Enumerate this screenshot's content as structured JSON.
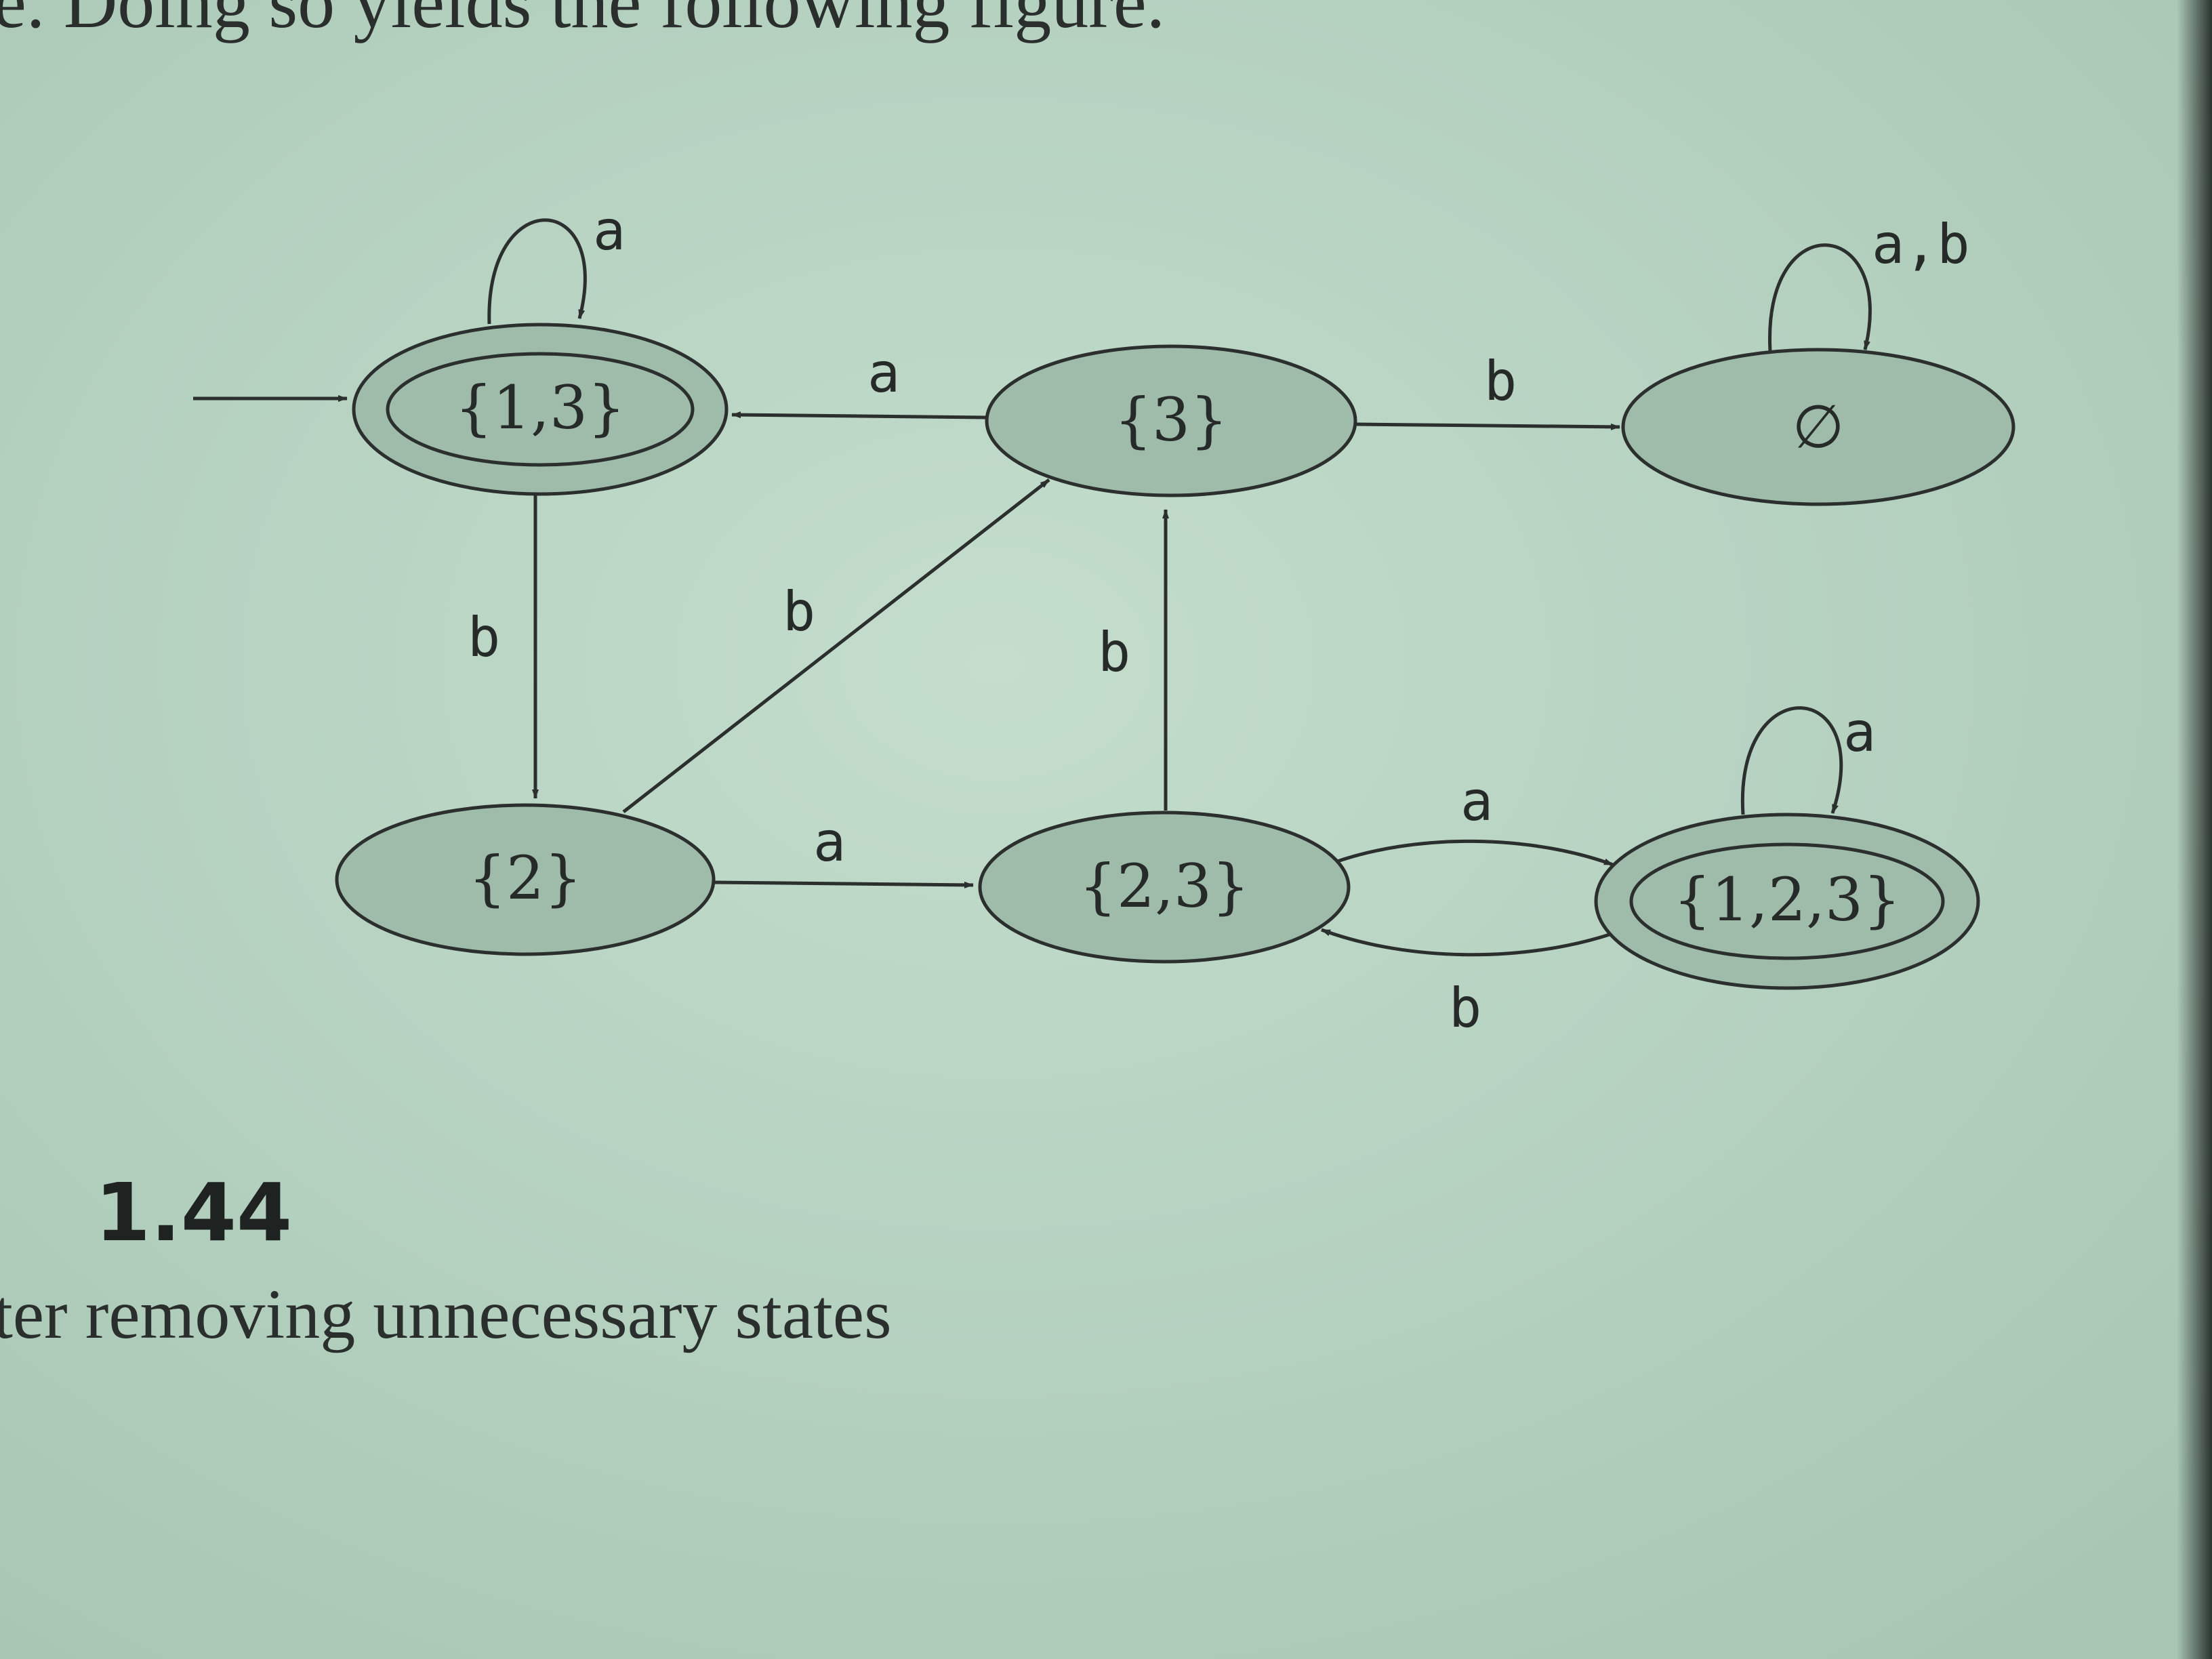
{
  "page": {
    "top_line": "e. Doing so yields the following figure.",
    "figure_number": "1.44",
    "caption": "ter removing unnecessary states"
  },
  "diagram": {
    "states": [
      {
        "id": "s13",
        "label": "{1,3}",
        "accept": true,
        "start": true
      },
      {
        "id": "s3",
        "label": "{3}",
        "accept": false,
        "start": false
      },
      {
        "id": "sempty",
        "label": "∅",
        "accept": false,
        "start": false
      },
      {
        "id": "s2",
        "label": "{2}",
        "accept": false,
        "start": false
      },
      {
        "id": "s23",
        "label": "{2,3}",
        "accept": false,
        "start": false
      },
      {
        "id": "s123",
        "label": "{1,2,3}",
        "accept": true,
        "start": false
      }
    ],
    "transitions": [
      {
        "from": "s13",
        "to": "s13",
        "label": "a"
      },
      {
        "from": "s3",
        "to": "s13",
        "label": "a"
      },
      {
        "from": "s3",
        "to": "sempty",
        "label": "b"
      },
      {
        "from": "sempty",
        "to": "sempty",
        "label": "a,b"
      },
      {
        "from": "s13",
        "to": "s2",
        "label": "b"
      },
      {
        "from": "s2",
        "to": "s3",
        "label": "b"
      },
      {
        "from": "s23",
        "to": "s3",
        "label": "b"
      },
      {
        "from": "s2",
        "to": "s23",
        "label": "a"
      },
      {
        "from": "s23",
        "to": "s123",
        "label": "a"
      },
      {
        "from": "s123",
        "to": "s23",
        "label": "b"
      },
      {
        "from": "s123",
        "to": "s123",
        "label": "a"
      }
    ]
  }
}
